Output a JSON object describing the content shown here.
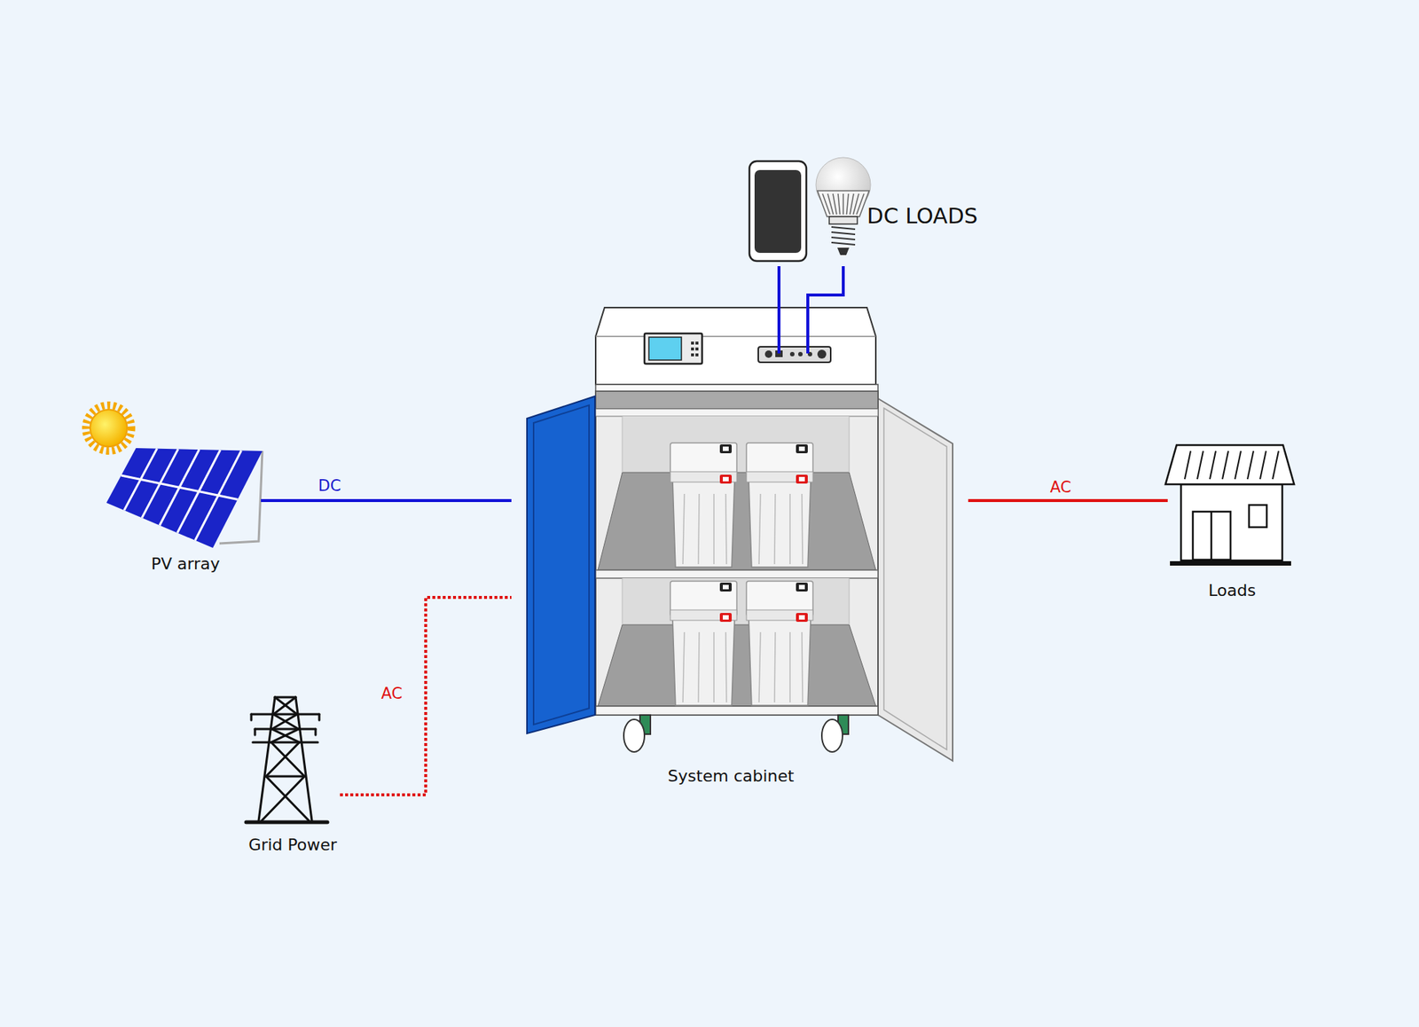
{
  "diagram": {
    "nodes": [
      {
        "text": [
          "PV array"
        ]
      },
      {
        "text": [
          "System cabinet"
        ]
      },
      {
        "text": [
          "Grid Power"
        ]
      },
      {
        "text": [
          "Loads"
        ]
      },
      {
        "text": [
          "DC LOADS"
        ]
      }
    ],
    "edges": [
      {
        "from": 0,
        "to": 1,
        "label": "DC",
        "arrow": "none"
      },
      {
        "from": 2,
        "to": 1,
        "label": "AC",
        "arrow": "none"
      },
      {
        "from": 1,
        "to": 3,
        "label": "AC",
        "arrow": "none"
      },
      {
        "from": 4,
        "to": 1,
        "arrow": "none"
      },
      {
        "from": 4,
        "to": 1,
        "arrow": "none"
      }
    ]
  }
}
